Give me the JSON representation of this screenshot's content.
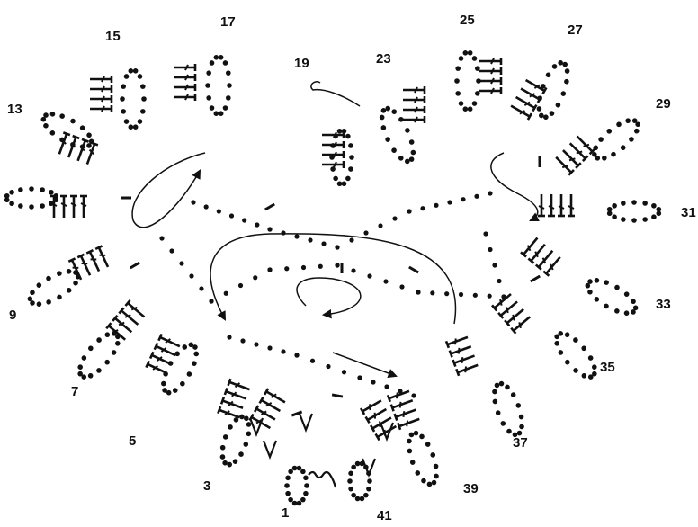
{
  "diagram": {
    "type": "crochet-chart",
    "row_labels": [
      "1",
      "3",
      "5",
      "7",
      "9",
      "13",
      "15",
      "17",
      "19",
      "23",
      "25",
      "27",
      "29",
      "31",
      "33",
      "35",
      "37",
      "39",
      "41"
    ],
    "colors": {
      "ink": "#111111",
      "paper": "#ffffff"
    },
    "arrows": 5,
    "symbols": [
      "chain-dot",
      "single-crochet-dash",
      "double-crochet-post",
      "v-stitch",
      "slip-stitch"
    ]
  }
}
